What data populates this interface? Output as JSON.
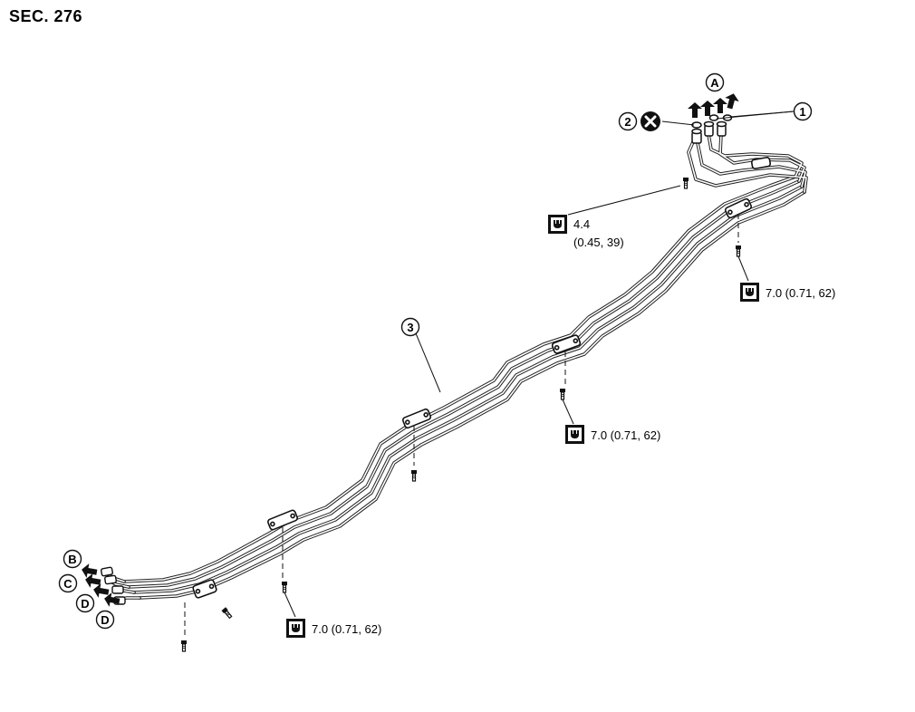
{
  "section_label": "SEC. 276",
  "callouts": {
    "part_1": "1",
    "part_2": "2",
    "part_3": "3",
    "ref_a": "A",
    "ref_b": "B",
    "ref_c": "C",
    "ref_d1": "D",
    "ref_d2": "D"
  },
  "torque_specs": {
    "bolt_top": {
      "value": "4.4",
      "alt": "(0.45, 39)"
    },
    "clamp_upper_right": {
      "text": "7.0 (0.71, 62)"
    },
    "clamp_middle": {
      "text": "7.0 (0.71, 62)"
    },
    "clamp_lower_left": {
      "text": "7.0 (0.71, 62)"
    }
  },
  "icons": {
    "torque": "torque-wrench-icon",
    "do_not_reuse": "do-not-reuse-icon",
    "flow_direction": "direction-arrow-icon"
  }
}
